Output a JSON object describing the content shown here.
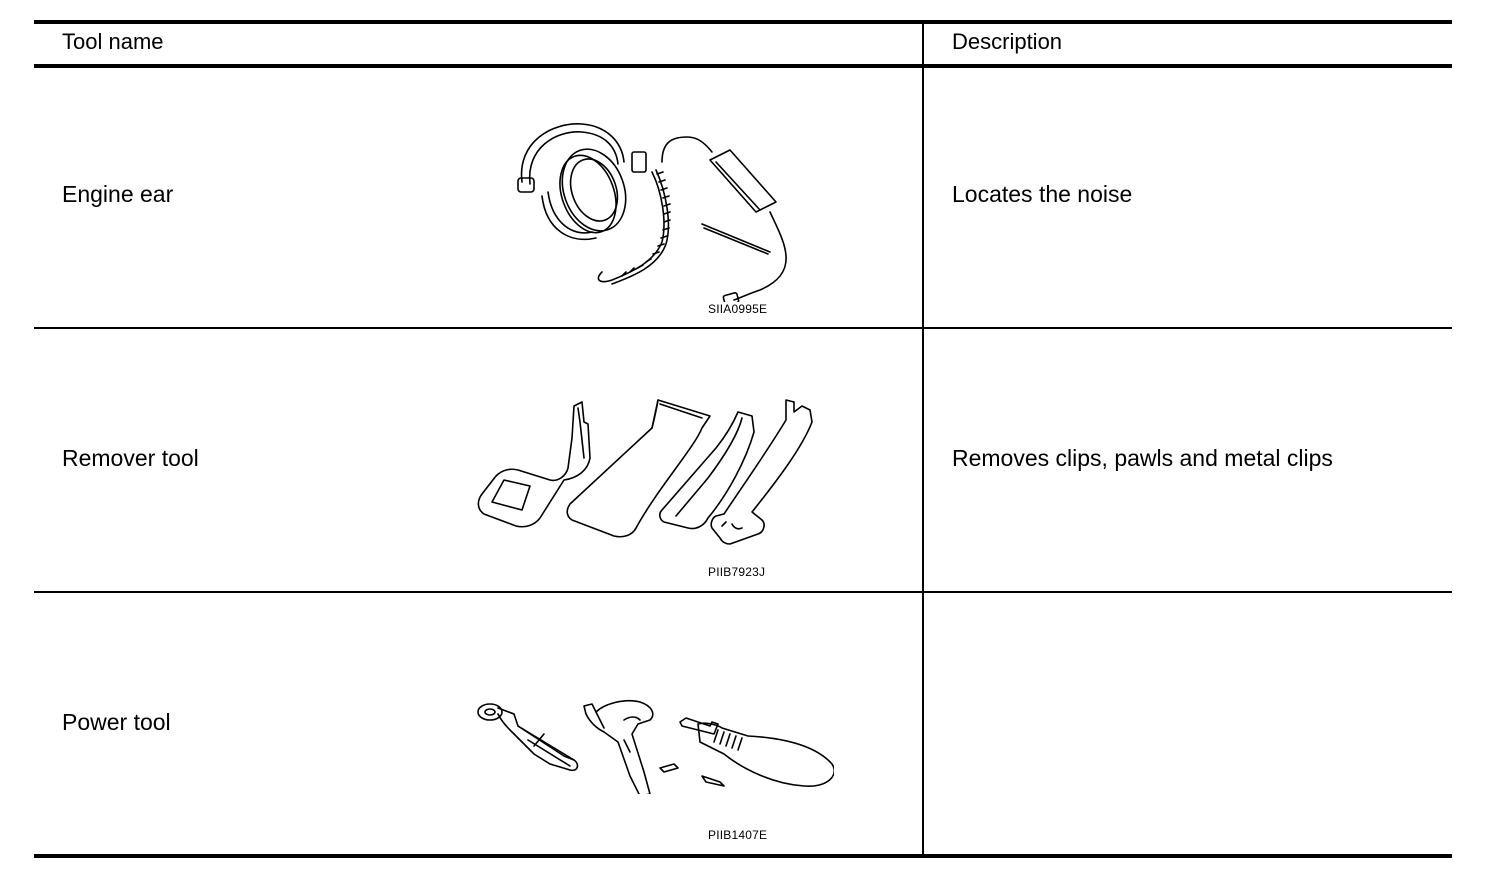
{
  "table": {
    "headers": {
      "tool_name": "Tool name",
      "description": "Description"
    },
    "rows": [
      {
        "tool_name": "Engine ear",
        "illustration": "engine-ear-headphones-icon",
        "code": "SIIA0995E",
        "description": "Locates the noise"
      },
      {
        "tool_name": "Remover tool",
        "illustration": "remover-tool-set-icon",
        "code": "PIIB7923J",
        "description": "Removes clips, pawls and metal clips"
      },
      {
        "tool_name": "Power tool",
        "illustration": "power-tool-set-icon",
        "code": "PIIB1407E",
        "description": ""
      }
    ]
  }
}
